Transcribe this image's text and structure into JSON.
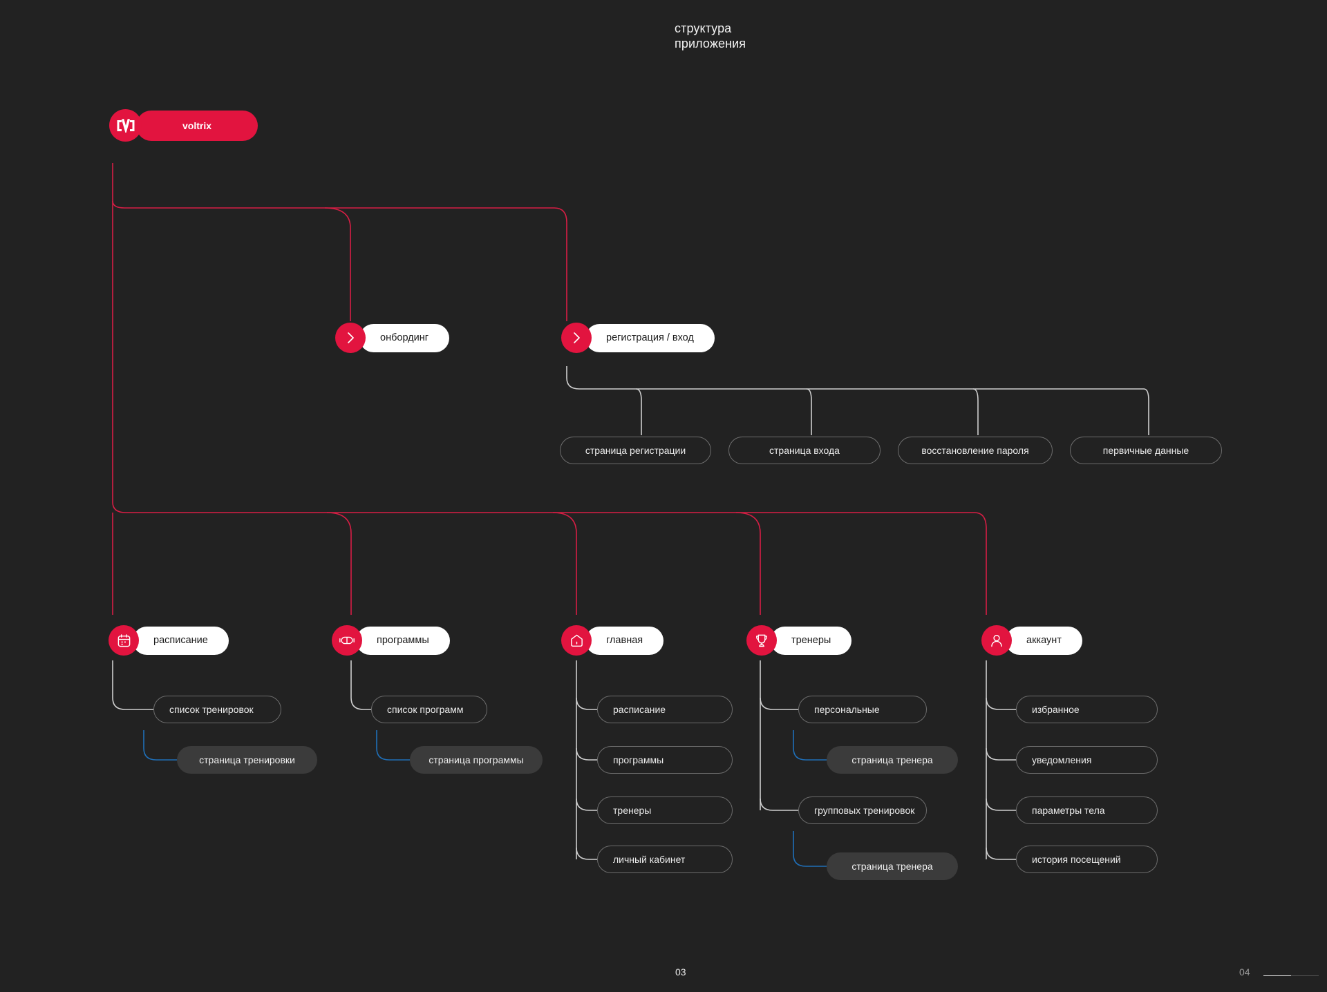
{
  "deck": {
    "title": "структура\nприложения",
    "page_current": "03",
    "page_total": "04"
  },
  "colors": {
    "background": "#222222",
    "accent_red": "#E2143F",
    "wire_red": "#D81E45",
    "wire_white": "#CFCFCF",
    "wire_blue": "#1F6FB8",
    "pill_white": "#FFFFFF",
    "leaf_border": "#6D6D6D",
    "leaf_filled_bg": "#3B3B3B"
  },
  "root": {
    "icon": "voltrix-bracket-v-logo-icon",
    "label": "voltrix"
  },
  "flow_nodes": [
    {
      "id": "onboarding",
      "icon": "chevron-right-icon",
      "label": "онбординг"
    },
    {
      "id": "auth",
      "icon": "chevron-right-icon",
      "label": "регистрация / вход"
    }
  ],
  "auth_children": [
    {
      "label": "страница регистрации"
    },
    {
      "label": "страница входа"
    },
    {
      "label": "восстановление пароля"
    },
    {
      "label": "первичные данные"
    }
  ],
  "sections": [
    {
      "id": "schedule",
      "icon": "calendar-icon",
      "label": "расписание",
      "children": [
        {
          "label": "список тренировок",
          "style": "outline"
        },
        {
          "label": "страница тренировки",
          "style": "filled"
        }
      ]
    },
    {
      "id": "programs",
      "icon": "dumbbell-icon",
      "label": "программы",
      "children": [
        {
          "label": "список программ",
          "style": "outline"
        },
        {
          "label": "страница программы",
          "style": "filled"
        }
      ]
    },
    {
      "id": "home",
      "icon": "home-icon",
      "label": "главная",
      "children": [
        {
          "label": "расписание",
          "style": "outline"
        },
        {
          "label": "программы",
          "style": "outline"
        },
        {
          "label": "тренеры",
          "style": "outline"
        },
        {
          "label": "личный кабинет",
          "style": "outline"
        }
      ]
    },
    {
      "id": "trainers",
      "icon": "trophy-icon",
      "label": "тренеры",
      "children": [
        {
          "label": "персональные",
          "style": "outline"
        },
        {
          "label": "страница тренера",
          "style": "filled"
        },
        {
          "label": "групповых тренировок",
          "style": "outline"
        },
        {
          "label": "страница тренера",
          "style": "filled"
        }
      ]
    },
    {
      "id": "account",
      "icon": "user-icon",
      "label": "аккаунт",
      "children": [
        {
          "label": "избранное",
          "style": "outline"
        },
        {
          "label": "уведомления",
          "style": "outline"
        },
        {
          "label": "параметры тела",
          "style": "outline"
        },
        {
          "label": "история посещений",
          "style": "outline"
        }
      ]
    }
  ]
}
